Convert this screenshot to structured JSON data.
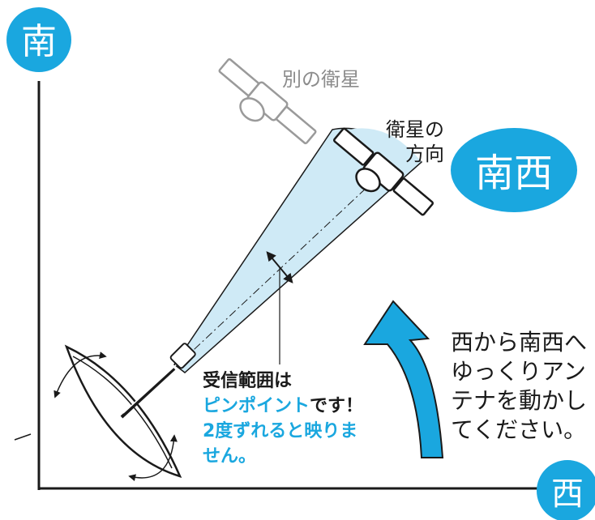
{
  "labels": {
    "south": "南",
    "west": "西",
    "southwest": "南西",
    "other_satellite": "別の衛星",
    "satellite_direction_line1": "衛星の",
    "satellite_direction_line2": "方向",
    "reception_line1": "受信範囲は",
    "reception_line2_highlight": "ピンポイント",
    "reception_line2_rest": "です！",
    "reception_line3": "2度ずれると映りま",
    "reception_line4": "せん。",
    "instruction_line1": "西から南西へ",
    "instruction_line2": "ゆっくりアン",
    "instruction_line3": "テナを動かし",
    "instruction_line4": "てください。"
  },
  "colors": {
    "accent": "#1aa7df",
    "beam_fill": "#cfeaf6",
    "text": "#1a1a1a",
    "gray": "#8c8c8c",
    "white": "#ffffff"
  }
}
